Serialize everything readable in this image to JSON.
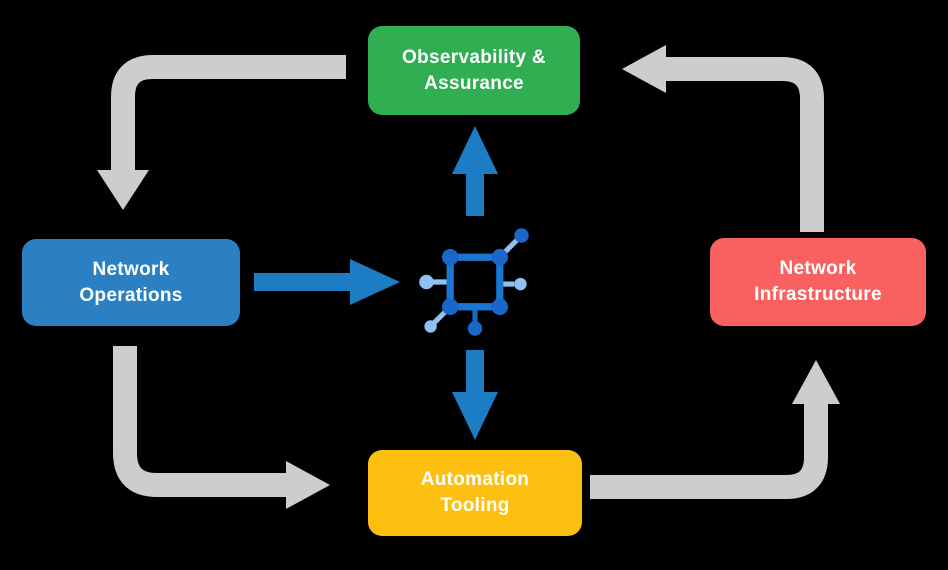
{
  "diagram": {
    "background": "#000000",
    "nodes": {
      "observability": {
        "line1": "Observability &",
        "line2": "Assurance",
        "color": "#2FAE52"
      },
      "operations": {
        "line1": "Network",
        "line2": "Operations",
        "color": "#2A80C2"
      },
      "infrastructure": {
        "line1": "Network",
        "line2": "Infrastructure",
        "color": "#F96161"
      },
      "automation": {
        "line1": "Automation",
        "line2": "Tooling",
        "color": "#FEC010"
      }
    },
    "colors": {
      "gray_arrow": "#CDCDCD",
      "blue_arrow": "#1C7CC4",
      "icon_frame": "#1976D2",
      "icon_dark": "#1A66C9",
      "icon_light": "#8FC1F2"
    },
    "icon": "network-topology-icon"
  }
}
